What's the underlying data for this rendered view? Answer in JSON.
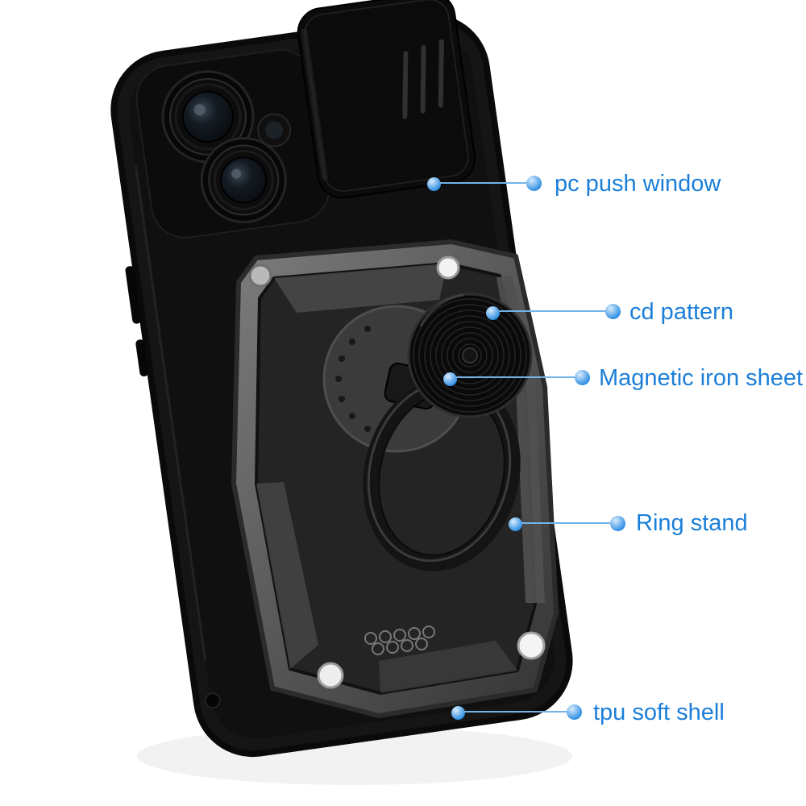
{
  "page": {
    "background_color": "#ffffff",
    "content_type": "annotated product image"
  },
  "accent": {
    "callout_text_color": "#1b7fd9",
    "callout_line_color": "#73b3e8",
    "callout_dot_color": "#2a8ce2"
  },
  "product": {
    "body_color": "#0d0d0d",
    "armor_plate_color": "#555555"
  },
  "callouts": [
    {
      "id": "pc-push-window",
      "label": "pc push window"
    },
    {
      "id": "cd-pattern",
      "label": "cd pattern"
    },
    {
      "id": "magnetic-iron-sheet",
      "label": "Magnetic iron sheet"
    },
    {
      "id": "ring-stand",
      "label": "Ring stand"
    },
    {
      "id": "tpu-soft-shell",
      "label": "tpu soft shell"
    }
  ]
}
